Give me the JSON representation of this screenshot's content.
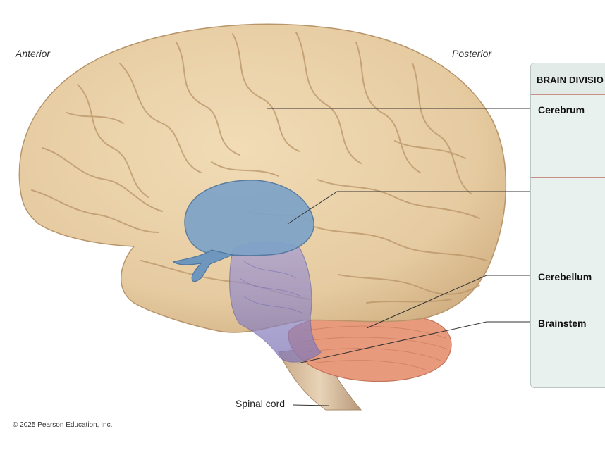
{
  "orientation": {
    "anterior": "Anterior",
    "posterior": "Posterior"
  },
  "panel": {
    "title": "BRAIN DIVISIO",
    "rows": [
      "Cerebrum",
      "",
      "Cerebellum",
      "Brainstem"
    ]
  },
  "labels": {
    "spinal_cord": "Spinal cord"
  },
  "copyright": "© 2025 Pearson Education, Inc.",
  "colors": {
    "cerebrum": "#e8cfa6",
    "diencephalon": "#7ea3c8",
    "brainstem": "#8f86c2",
    "cerebellum": "#e79a7c",
    "panel_bg": "#e9f1ee",
    "scribble": "#22e01a"
  }
}
